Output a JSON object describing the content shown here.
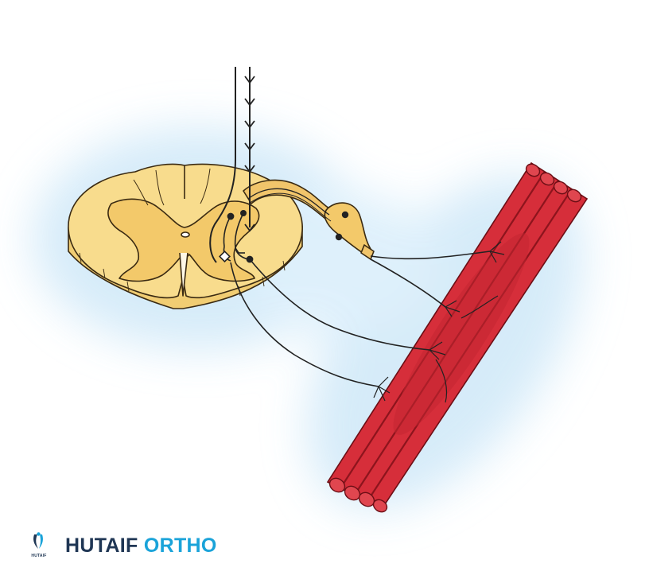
{
  "brand": {
    "name_part1": "HUTAIF",
    "name_part2": "ORTHO",
    "logo_text": "HUTAIF",
    "logo_icon": "hutaif-ortho-logo-icon"
  },
  "colors": {
    "glow": "#cfe8f8",
    "cord_fill": "#f8dc8d",
    "cord_grey": "#f3c96a",
    "cord_outline": "#3a2a12",
    "muscle": "#d62e3a",
    "muscle_dark": "#8d141d",
    "muscle_stripe": "#f4a6ac",
    "nerve": "#222222",
    "brand_dark": "#1f3654",
    "brand_accent": "#1aa3d9"
  }
}
